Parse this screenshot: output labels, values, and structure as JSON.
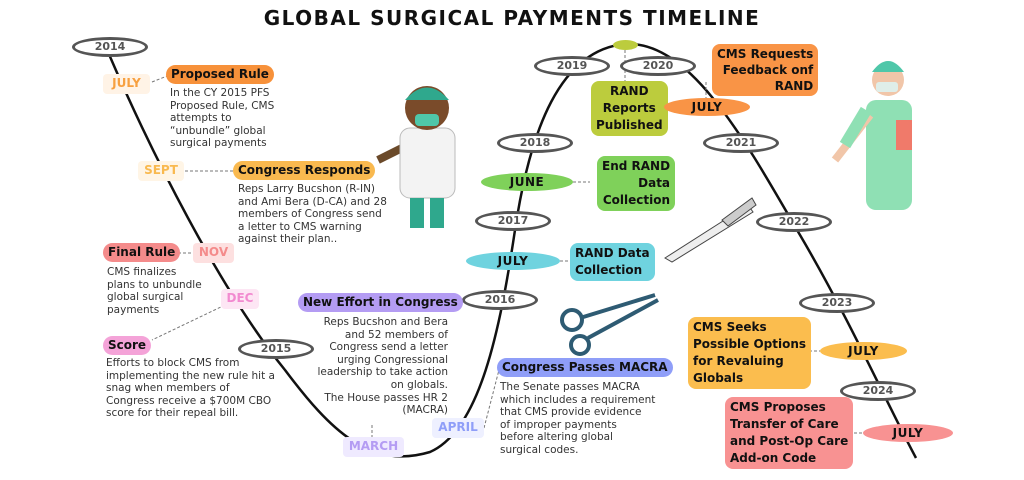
{
  "title": "GLOBAL SURGICAL PAYMENTS TIMELINE",
  "years": [
    "2014",
    "2015",
    "2016",
    "2017",
    "2018",
    "2019",
    "2020",
    "2021",
    "2022",
    "2023",
    "2024"
  ],
  "events": {
    "jul2014": {
      "month": "JULY",
      "heading": "Proposed Rule",
      "text": "In the CY 2015 PFS\nProposed Rule, CMS\nattempts to\n“unbundle” global\nsurgical payments"
    },
    "sep2014": {
      "month": "SEPT",
      "heading": "Congress Responds",
      "text": "Reps Larry Bucshon (R-IN)\nand Ami Bera (D-CA) and 28\nmembers of Congress send\na letter to CMS warning\nagainst their plan.."
    },
    "nov2014": {
      "month": "NOV",
      "heading": "Final Rule",
      "text": "CMS finalizes\nplans to unbundle\nglobal surgical\npayments"
    },
    "dec2014": {
      "month": "DEC",
      "heading": "Score",
      "text": "Efforts to block CMS from\nimplementing the new rule hit a\nsnag when members of\nCongress receive a $700M CBO\nscore for their repeal bill."
    },
    "mar2015": {
      "month": "MARCH",
      "heading": "New Effort in Congress",
      "text": "Reps Bucshon and Bera\nand 52 members of\nCongress send a letter\nurging Congressional\nleadership to take action\non globals.\nThe House passes HR 2\n(MACRA)"
    },
    "apr2015": {
      "month": "APRIL",
      "heading": "Congress Passes MACRA",
      "text": "The Senate passes MACRA\nwhich includes a requirement\nthat CMS provide evidence\nof improper payments\nbefore altering global\nsurgical codes."
    },
    "jul2016": {
      "month": "JULY",
      "label": "RAND Data\nCollection"
    },
    "jun2017": {
      "month": "JUNE",
      "label": "End RAND\nData\nCollection"
    },
    "rand2019": {
      "label": "RAND\nReports\nPublished"
    },
    "jul2020": {
      "month": "JULY",
      "label": "CMS Requests\nFeedback onf\nRAND"
    },
    "jul2023": {
      "month": "JULY",
      "label": "CMS Seeks\nPossible Options\nfor Revaluing\nGlobals"
    },
    "jul2024": {
      "month": "JULY",
      "label": "CMS Proposes\nTransfer of Care\nand Post-Op Care\nAdd-on Code"
    }
  },
  "colors": {
    "orange": "#f7913a",
    "yellow": "#f9b94f",
    "pink": "#f48b8b",
    "magenta": "#f4a3d8",
    "purple": "#b49cf3",
    "blue": "#8f9ef8",
    "cyan": "#6fd3df",
    "green": "#7fd15a",
    "olive": "#bccc3d",
    "orange2": "#f99446",
    "gold": "#fbbd4e",
    "rose": "#f89292"
  }
}
